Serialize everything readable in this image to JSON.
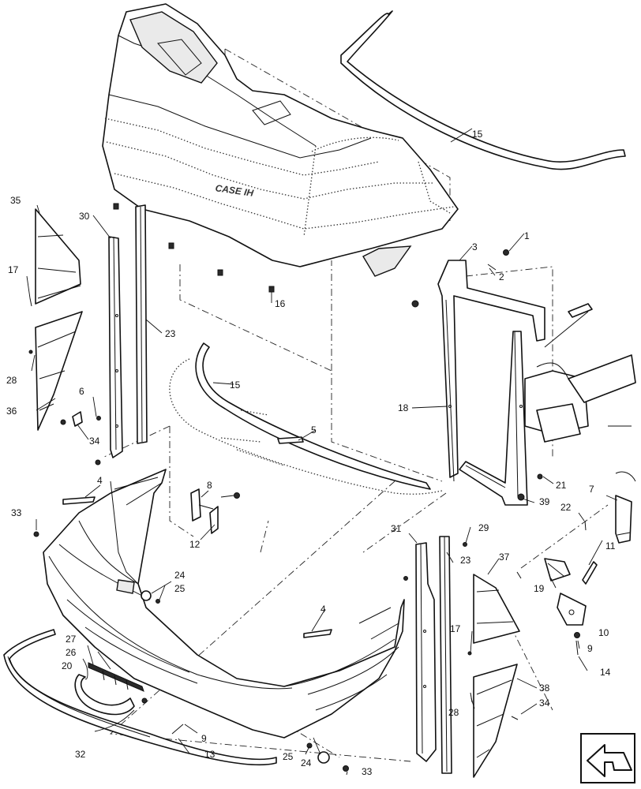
{
  "diagram": {
    "brand_logo": "CASE IH",
    "callouts": [
      "1",
      "2",
      "3",
      "4",
      "4",
      "5",
      "6",
      "7",
      "8",
      "9",
      "9",
      "10",
      "11",
      "12",
      "13",
      "14",
      "15",
      "15",
      "16",
      "17",
      "17",
      "18",
      "19",
      "20",
      "21",
      "22",
      "23",
      "23",
      "24",
      "24",
      "25",
      "25",
      "26",
      "27",
      "28",
      "28",
      "29",
      "30",
      "31",
      "32",
      "33",
      "33",
      "34",
      "34",
      "35",
      "36",
      "37",
      "38",
      "39"
    ],
    "nav_icon": "arrow-icon"
  }
}
